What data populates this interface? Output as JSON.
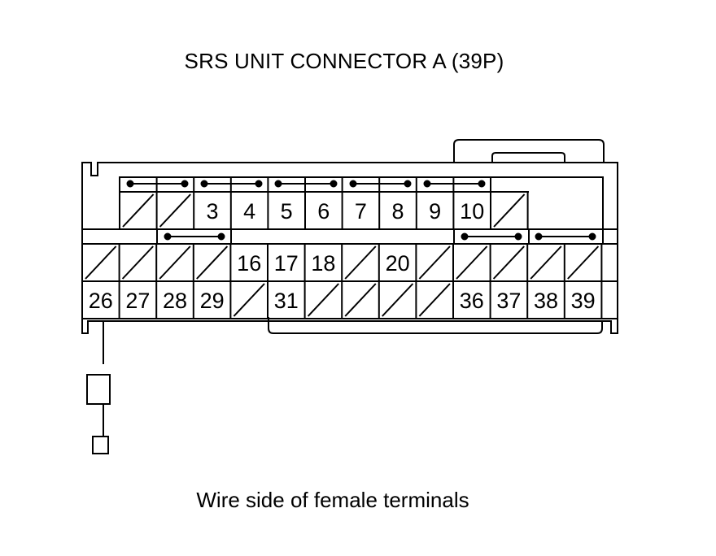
{
  "diagram": {
    "title": "SRS UNIT CONNECTOR A (39P)",
    "caption": "Wire side of female terminals",
    "pins": {
      "row1": [
        "",
        "",
        "3",
        "4",
        "5",
        "6",
        "7",
        "8",
        "9",
        "10",
        ""
      ],
      "row2": [
        "",
        "",
        "",
        "",
        "16",
        "17",
        "18",
        "",
        "20",
        "",
        "",
        "",
        "",
        ""
      ],
      "row3": [
        "26",
        "27",
        "28",
        "29",
        "",
        "31",
        "",
        "",
        "",
        "",
        "36",
        "37",
        "38",
        "39"
      ]
    }
  }
}
